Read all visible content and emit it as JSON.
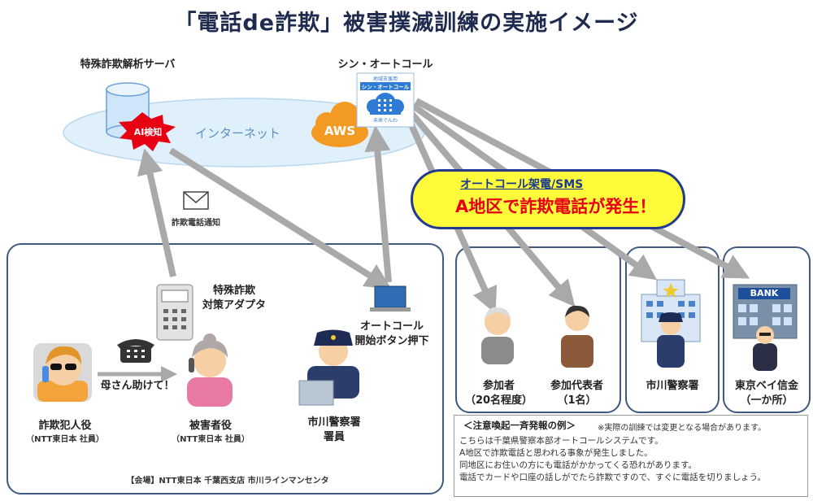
{
  "title": "「電話de詐欺」被害撲滅訓練の実施イメージ",
  "server": {
    "label": "特殊詐欺解析サーバ",
    "ai_label": "AI検知"
  },
  "internet_label": "インターネット",
  "aws_label": "AWS",
  "autocall": {
    "label": "シン・オートコール",
    "logo_top": "地域支援用",
    "logo_ribbon": "シン・オートコール",
    "logo_bottom": "未来でんわ"
  },
  "mail_label": "詐欺電話通知",
  "bubble": {
    "line1": "オートコール架電/SMS",
    "line2": "A地区で詐欺電話が発生！"
  },
  "adapter_label": [
    "特殊詐欺",
    "対策アダプタ"
  ],
  "button_label": [
    "オートコール",
    "開始ボタン押下"
  ],
  "call_text": "母さん助けて！",
  "fraudster": {
    "name": "詐欺犯人役",
    "org": "（NTT東日本 社員）"
  },
  "victim": {
    "name": "被害者役",
    "org": "（NTT東日本 社員）"
  },
  "officer": {
    "line1": "市川警察署",
    "line2": "署員"
  },
  "venue": "【会場】NTT東日本 千葉西支店 市川ラインマンセンタ",
  "participant": {
    "line1": "参加者",
    "line2": "（20名程度）"
  },
  "representative": {
    "line1": "参加代表者",
    "line2": "（1名）"
  },
  "police_station": "市川警察署",
  "bank": {
    "line1": "東京ベイ信金",
    "line2": "（一か所）",
    "sign": "BANK"
  },
  "notice": {
    "heading": "＜注意喚起一斉発報の例＞",
    "note": "※実際の訓練では変更となる場合があります。",
    "lines": [
      "こちらは千葉県警察本部オートコールシステムです。",
      "A地区で詐欺電話と思われる事象が発生しました。",
      "同地区にお住いの方にも電話がかかってくる恐れがあります。",
      "電話でカードや口座の話しがでたら詐欺ですので、すぐに電話を切りましょう。"
    ]
  },
  "colors": {
    "title": "#1f2a4f",
    "cloud": "#dff0fb",
    "arrow": "#a9a9a9",
    "box_border": "#3f5a80",
    "bubble_fill": "#fffa3a",
    "bubble_border": "#233b8f",
    "alert_red": "#e60012",
    "aws": "#f39a23"
  }
}
